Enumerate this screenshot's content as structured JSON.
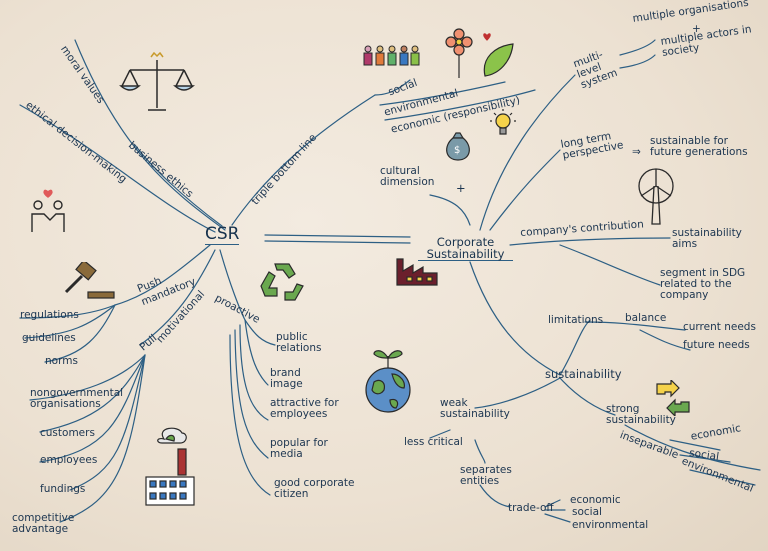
{
  "center": "CSR",
  "hub": "Corporate Sustainability",
  "csr": {
    "moral_values": "moral values",
    "ethical": "ethical decision-making",
    "business_ethics": "business ethics",
    "triple_bottom_line": "triple bottom line",
    "social": "social",
    "environmental": "environmental",
    "economic": "economic (responsibility)",
    "cultural": "cultural dimension",
    "plus": "+",
    "push": "Push",
    "mandatory": "mandatory",
    "pull": "Pull",
    "motivational": "motivational",
    "proactive": "proactive",
    "regulations": "regulations",
    "guidelines": "guidelines",
    "norms": "norms",
    "ngo": "nongovernmental organisations",
    "customers": "customers",
    "employees": "employees",
    "fundings": "fundings",
    "competitive": "competitive advantage",
    "public_relations": "public relations",
    "brand_image": "brand image",
    "attractive": "attractive for employees",
    "popular": "popular for media",
    "good_citizen": "good corporate citizen"
  },
  "cs": {
    "multilevel": "multi-level system",
    "multi_orgs": "multiple organisations",
    "plus2": "+",
    "multi_actors": "multiple actors in society",
    "long_term": "long term perspective",
    "arrow": "⇒",
    "sustainable_future": "sustainable for future generations",
    "contribution": "company's contribution",
    "aims": "sustainability aims",
    "segment": "segment in SDG related to the company",
    "limitations": "limitations",
    "balance": "balance",
    "current_needs": "current needs",
    "future_needs": "future needs",
    "sustainability": "sustainability",
    "weak": "weak sustainability",
    "strong": "strong sustainability",
    "less_critical": "less critical",
    "separates": "separates entities",
    "trade_off": "trade-off",
    "to_economic": "economic",
    "to_social": "social",
    "to_environmental": "environmental",
    "inseparable": "inseparable",
    "nest_economic": "economic",
    "nest_social": "social",
    "nest_environmental": "environmental"
  },
  "colors": {
    "ink": "#1e4a6e",
    "paper": "#ede3d4",
    "accent": "#6b1f2c"
  }
}
